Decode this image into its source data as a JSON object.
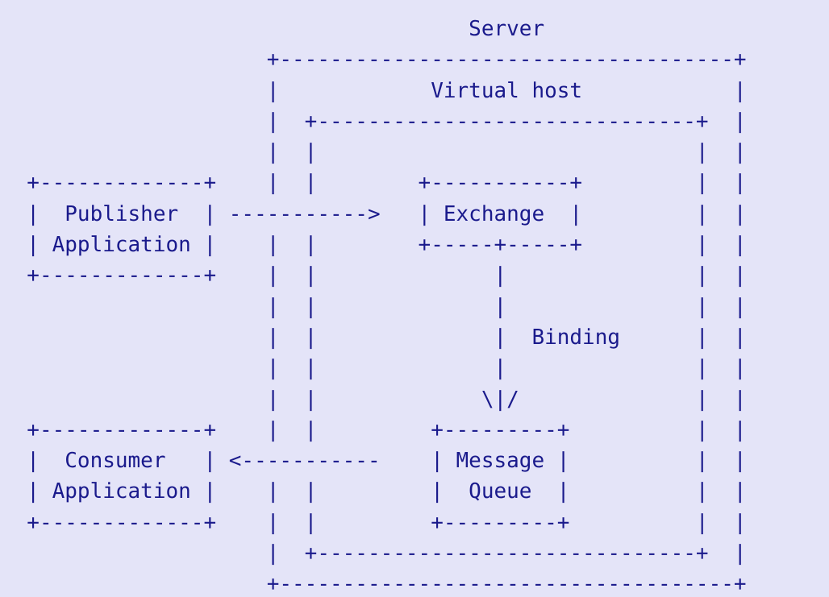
{
  "diagram": {
    "title": "Server",
    "type": "ascii-art-architecture-diagram",
    "background_color": "#e4e4f8",
    "text_color": "#1a1a8c",
    "labels": {
      "server": "Server",
      "virtual_host": "Virtual host",
      "publisher_line1": "Publisher",
      "publisher_line2": "Application",
      "consumer_line1": "Consumer",
      "consumer_line2": "Application",
      "exchange": "Exchange",
      "message_queue_line1": "Message",
      "message_queue_line2": "Queue",
      "binding": "Binding"
    },
    "connectors": {
      "publish_arrow": "----------->",
      "consume_arrow": "<-----------",
      "binding_arrowhead": "\\|/"
    },
    "art": [
      "                                      Server",
      "                        +-------------------------------------+",
      "                        |             Virtual host            |",
      "                        |    +---------------------------+    |",
      "                        |    |                           |    |",
      "   +-------------+      |    |     +-----------+         |    |",
      "   |  Publisher  | ------------->  |  Exchange |         |    |",
      "   | Application |      |    |     +-----+-----+         |    |",
      "   +-------------+      |    |           |               |    |",
      "                        |    |           |               |    |",
      "                        |    |           |  Binding      |    |",
      "                        |    |           |               |    |",
      "                        |    |          \\|/              |    |",
      "   +-------------+      |    |     +---------+           |    |",
      "   |  Consumer   | <-----------    |  Message |          |    |",
      "   | Application |      |    |     |  Queue   |          |    |",
      "   +-------------+      |    |     +---------+           |    |",
      "                        |    +---------------------------+    |",
      "                        +-------------------------------------+"
    ]
  }
}
